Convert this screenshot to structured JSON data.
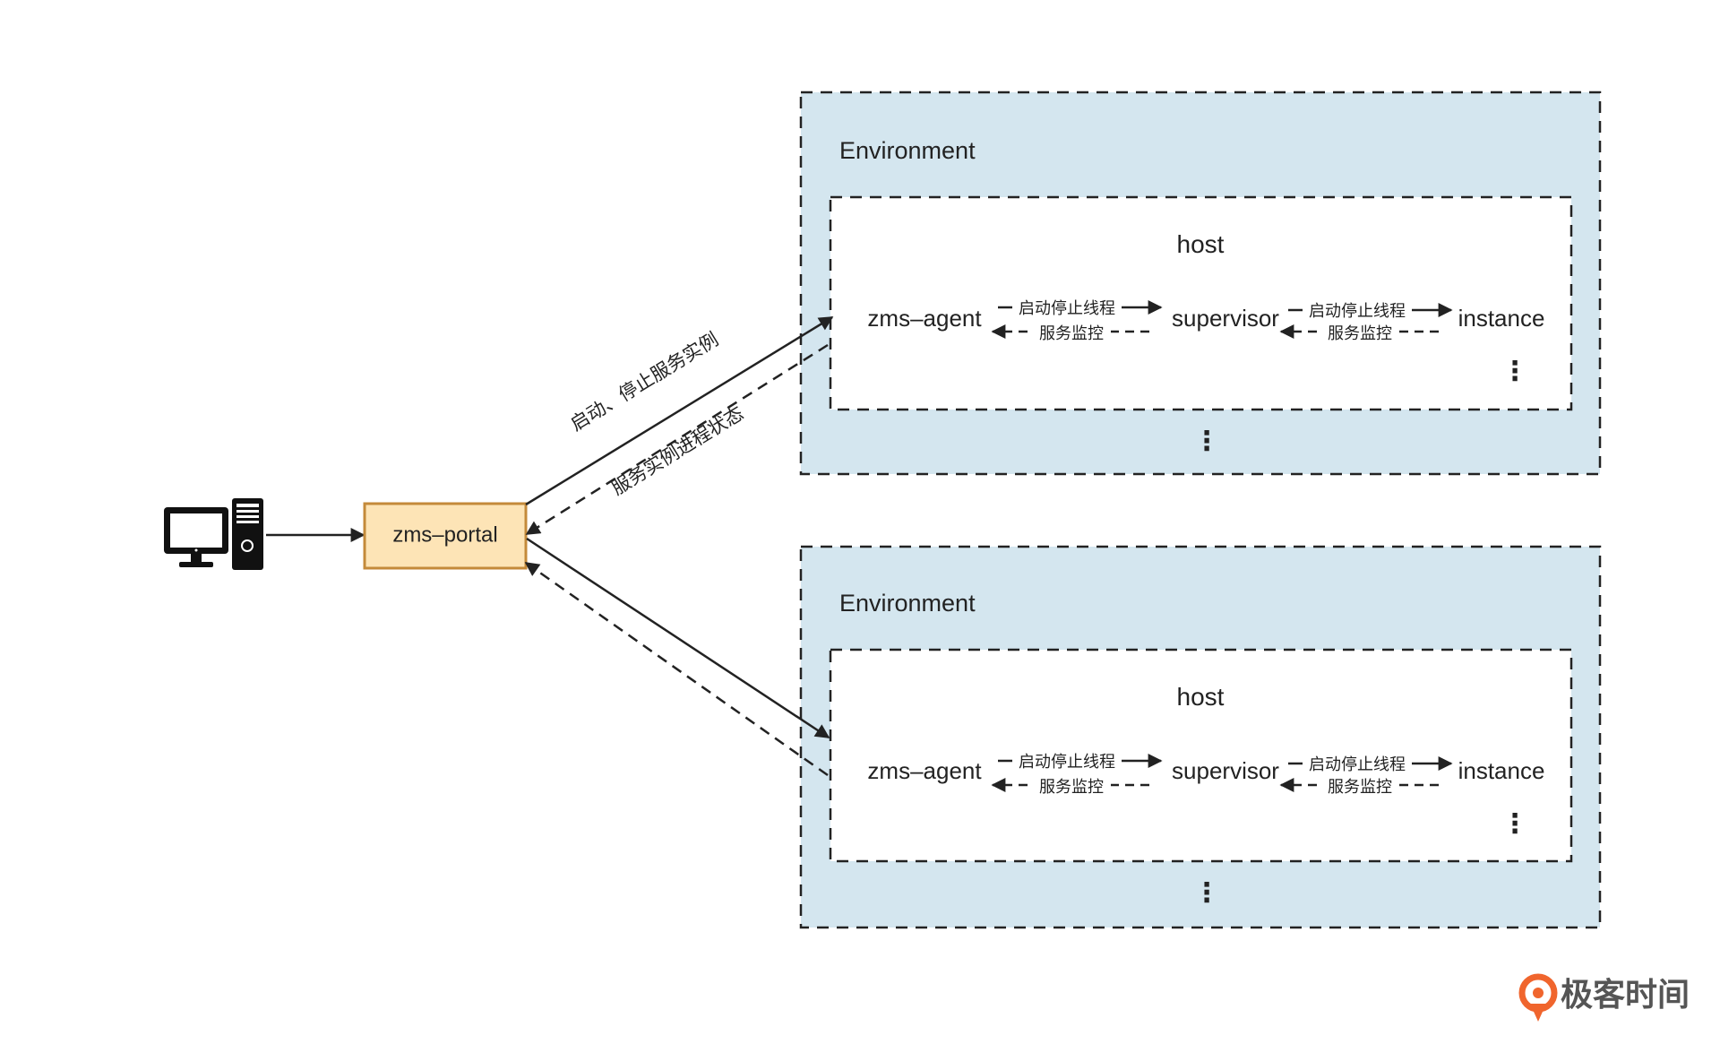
{
  "diagram": {
    "portal": {
      "label": "zms–portal"
    },
    "edges_to_env": {
      "start_stop_label": "启动、停止服务实例",
      "status_label": "服务实例进程状态"
    },
    "environments": [
      {
        "label": "Environment",
        "host": {
          "label": "host",
          "agent": "zms–agent",
          "supervisor": "supervisor",
          "instance": "instance",
          "control_label": "启动停止线程",
          "monitor_label": "服务监控",
          "more_instances": "⋮"
        },
        "more_hosts": "⋮"
      },
      {
        "label": "Environment",
        "host": {
          "label": "host",
          "agent": "zms–agent",
          "supervisor": "supervisor",
          "instance": "instance",
          "control_label": "启动停止线程",
          "monitor_label": "服务监控",
          "more_instances": "⋮"
        },
        "more_hosts": "⋮"
      }
    ]
  },
  "colors": {
    "environment_fill": "#d4e6ef",
    "host_fill": "#ffffff",
    "portal_fill": "#fde4b6",
    "portal_border": "#c48a3a",
    "stroke": "#222222",
    "logo_accent": "#f0652d"
  },
  "logo": {
    "text": "极客时间"
  }
}
